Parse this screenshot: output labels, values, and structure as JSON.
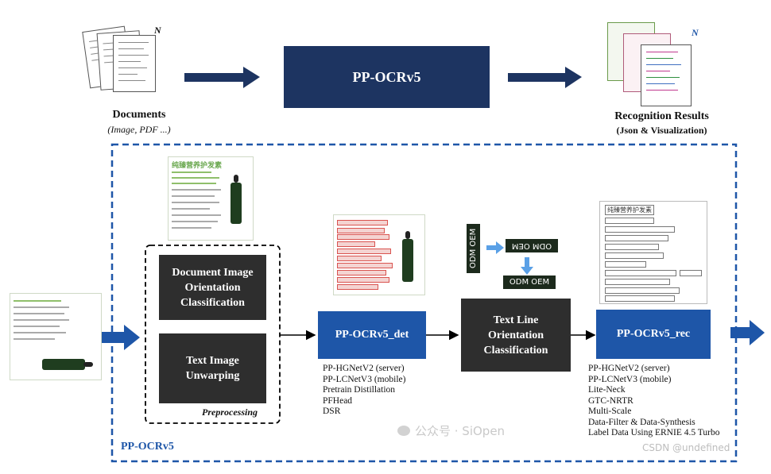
{
  "top": {
    "documents_title": "Documents",
    "documents_sub": "(Image, PDF ...)",
    "n_left": "N",
    "n_right": "N",
    "main_box": "PP-OCRv5",
    "results_title": "Recognition Results",
    "results_sub": "(Json & Visualization)"
  },
  "pipeline": {
    "frame_label": "PP-OCRv5",
    "preprocessing_label": "Preprocessing",
    "doc_orient": "Document Image Orientation Classification",
    "unwarp": "Text Image Unwarping",
    "det": "PP-OCRv5_det",
    "textline": "Text Line Orientation Classification",
    "rec": "PP-OCRv5_rec",
    "det_features": [
      "PP-HGNetV2 (server)",
      "PP-LCNetV3 (mobile)",
      "Pretrain Distillation",
      "PFHead",
      "DSR"
    ],
    "rec_features": [
      "PP-HGNetV2 (server)",
      "PP-LCNetV3 (mobile)",
      "Lite-Neck",
      "GTC-NRTR",
      "Multi-Scale",
      "Data-Filter & Data-Synthesis",
      "Label Data Using ERNIE 4.5 Turbo"
    ],
    "odm_rotated": "ODM OEM",
    "odm_flipped": "ODM OEM",
    "odm_correct": "ODM OEM"
  },
  "thumbnail": {
    "title": "纯臻营养护发素",
    "rec_title": "纯臻营养护发素"
  },
  "watermark": {
    "wechat": "公众号 · SiOpen",
    "csdn": "CSDN @undefined"
  },
  "colors": {
    "navy": "#1d3461",
    "blue": "#1e56a8",
    "dark": "#2e2e2e",
    "frame": "#1e56a8",
    "green": "#6aa84f"
  }
}
